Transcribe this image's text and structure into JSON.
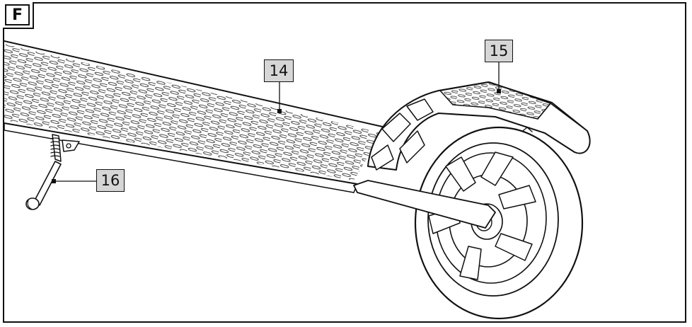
{
  "figure": {
    "section_letter": "F",
    "callouts": [
      {
        "id": "label-14",
        "text": "14"
      },
      {
        "id": "label-15",
        "text": "15"
      },
      {
        "id": "label-16",
        "text": "16"
      }
    ]
  },
  "colors": {
    "line": "#111111",
    "callout_fill": "#d6d6d6",
    "background": "#ffffff"
  }
}
